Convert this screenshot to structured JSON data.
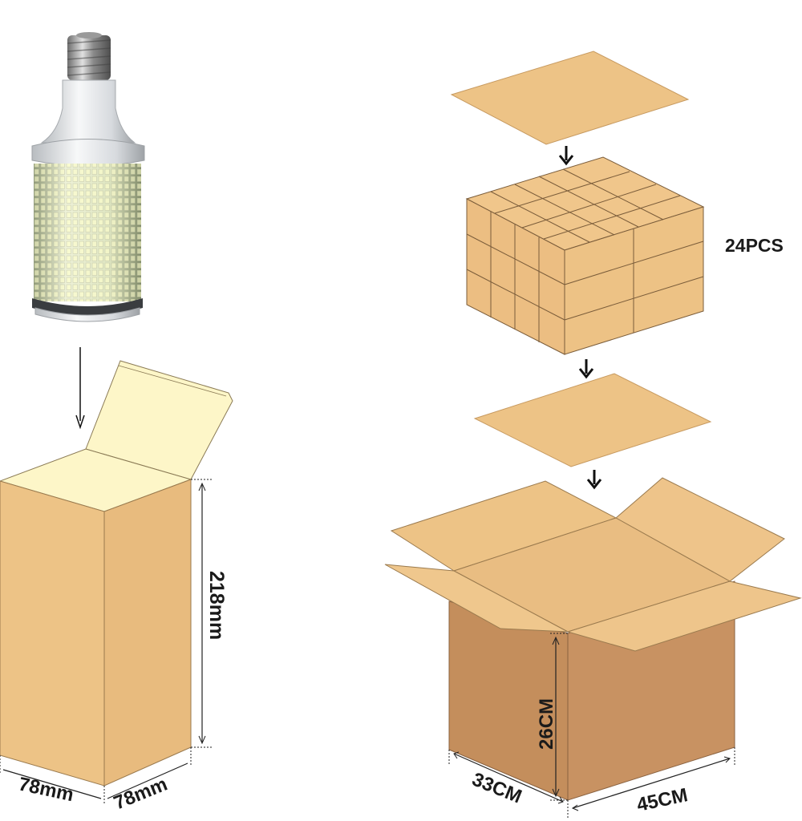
{
  "labels": {
    "box_height": "218mm",
    "box_width_left": "78mm",
    "box_width_right": "78mm",
    "stack_count": "24PCS",
    "carton_height": "26CM",
    "carton_depth": "33CM",
    "carton_width": "45CM"
  },
  "colors": {
    "cardboard_light": "#edc386",
    "cardboard_mid": "#e8b97b",
    "cardboard_dark": "#c48e5c",
    "box_interior": "#fdf6c8",
    "edge": "#7a5c3a",
    "arrow": "#111111"
  },
  "icons": [
    "led-corn-bulb",
    "down-arrow-icon"
  ]
}
